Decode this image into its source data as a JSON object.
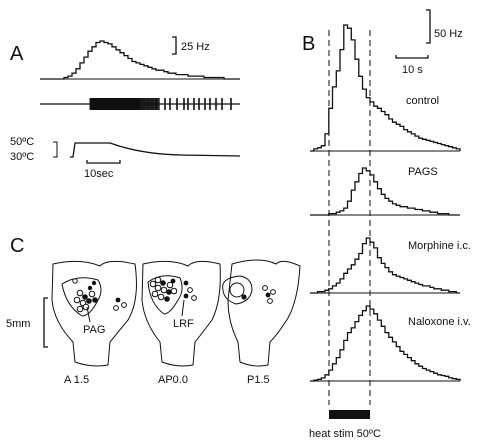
{
  "panels": {
    "a": "A",
    "b": "B",
    "c": "C"
  },
  "panel_a": {
    "rate_scale": "25 Hz",
    "temp_high": "50ºC",
    "temp_low": "30ºC",
    "time_scale": "10sec",
    "histogram": [
      0,
      0,
      0,
      0,
      0,
      0,
      1,
      2,
      4,
      7,
      11,
      15,
      19,
      22,
      25,
      26,
      25,
      24,
      22,
      20,
      18,
      16,
      14,
      12,
      11,
      10,
      9,
      8,
      7,
      6,
      6,
      5,
      4,
      4,
      3,
      3,
      3,
      2,
      2,
      2,
      2,
      1,
      1,
      1,
      1,
      1,
      0,
      0,
      0,
      0
    ],
    "spike_bursts": [
      [
        90,
        140,
        0.35
      ],
      [
        140,
        160,
        0.8
      ]
    ],
    "spike_singles": [
      165,
      170,
      177,
      184,
      188,
      194,
      199,
      205,
      210,
      216,
      222,
      231
    ]
  },
  "panel_b": {
    "rate_scale": "50 Hz",
    "time_scale": "10 s",
    "stim_label": "heat stim 50ºC",
    "conditions": [
      {
        "label": "control",
        "values": [
          0,
          2,
          3,
          5,
          16,
          40,
          60,
          75,
          95,
          118,
          115,
          104,
          86,
          70,
          58,
          50,
          46,
          42,
          40,
          37,
          34,
          30,
          27,
          25,
          23,
          20,
          18,
          16,
          14,
          12,
          11,
          10,
          9,
          8,
          7,
          6,
          5,
          4,
          3,
          2
        ]
      },
      {
        "label": "PAGS",
        "values": [
          0,
          0,
          0,
          0,
          0,
          1,
          1,
          2,
          3,
          5,
          10,
          18,
          24,
          30,
          34,
          32,
          29,
          24,
          19,
          15,
          12,
          10,
          8,
          7,
          6,
          6,
          5,
          5,
          4,
          4,
          3,
          3,
          2,
          2,
          1,
          1,
          1,
          0,
          0,
          0
        ]
      },
      {
        "label": "Morphine i.c.",
        "values": [
          0,
          0,
          1,
          1,
          2,
          3,
          5,
          7,
          10,
          14,
          17,
          20,
          24,
          28,
          35,
          39,
          36,
          32,
          25,
          21,
          18,
          15,
          13,
          12,
          11,
          10,
          9,
          8,
          7,
          6,
          5,
          5,
          4,
          3,
          3,
          2,
          2,
          1,
          1,
          0
        ]
      },
      {
        "label": "Naloxone i.v.",
        "values": [
          0,
          1,
          2,
          4,
          8,
          14,
          22,
          30,
          40,
          52,
          62,
          68,
          76,
          84,
          90,
          96,
          92,
          86,
          78,
          70,
          62,
          56,
          50,
          44,
          38,
          34,
          30,
          26,
          22,
          19,
          16,
          14,
          12,
          10,
          8,
          7,
          6,
          4,
          3,
          2
        ]
      }
    ]
  },
  "panel_c": {
    "scale": "5mm",
    "sections": [
      {
        "label": "A 1.5",
        "region": "PAG"
      },
      {
        "label": "AP0.0",
        "region": "LRF"
      },
      {
        "label": "P1.5",
        "region": ""
      }
    ]
  }
}
